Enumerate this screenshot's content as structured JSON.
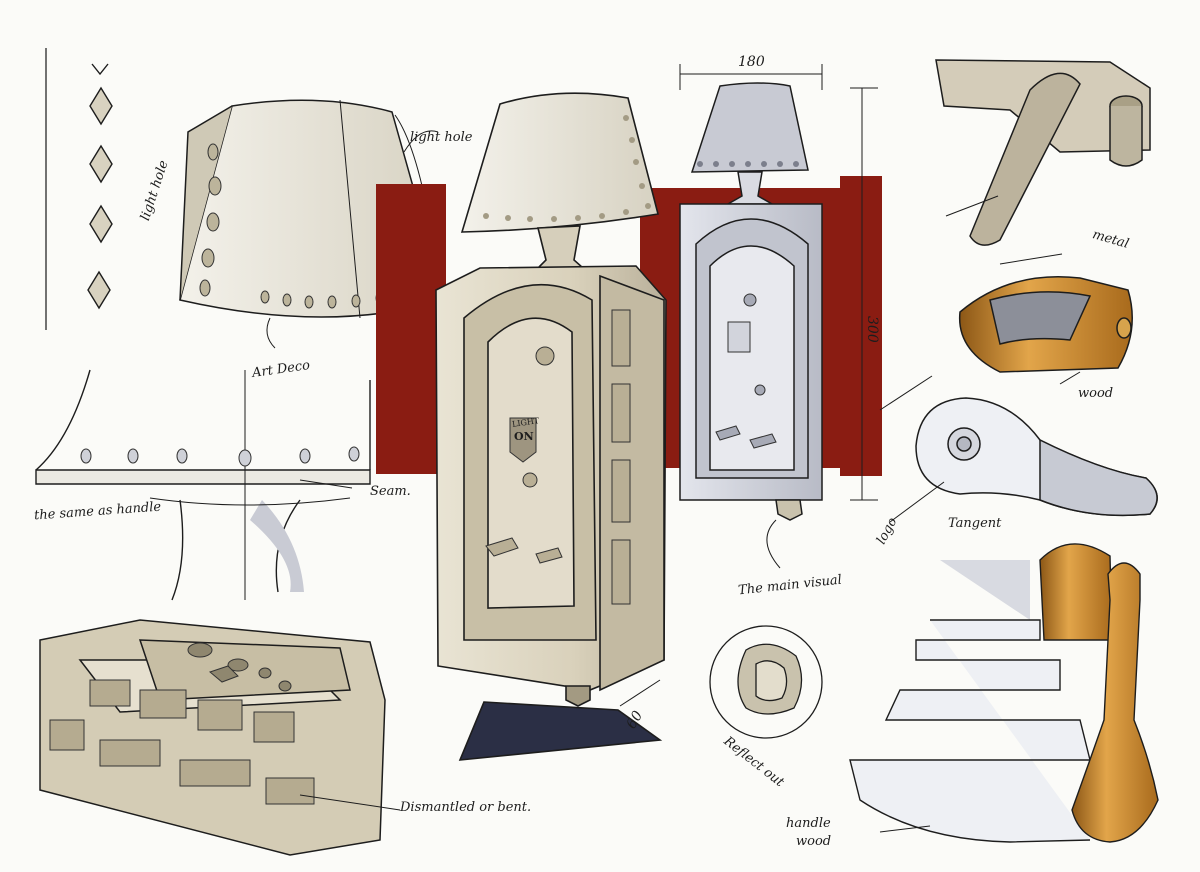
{
  "annotations": {
    "light_hole_top": "light hole",
    "light_hole_side": "light hole",
    "art_deco": "Art Deco",
    "same_as_handle": "the same as handle",
    "seam": "Seam.",
    "dismantled": "Dismantled or bent.",
    "main_visual": "The main visual",
    "reflect_out": "Reflect out",
    "logo": "logo",
    "tangent": "Tangent",
    "metal": "metal",
    "wood": "wood",
    "handle_wood_1": "handle",
    "handle_wood_2": "wood"
  },
  "switch_plate_text": {
    "line1": "LIGHT",
    "line2": "ON"
  },
  "dimensions": {
    "width": "180",
    "height": "300",
    "depth": "60"
  },
  "colors": {
    "paper": "#fbfbf8",
    "backdrop_red": "#8a1c12",
    "warm_grey": "#c9c2ad",
    "cool_grey": "#c8cad3",
    "wood": "#c8862a",
    "base_navy": "#2b2f45",
    "ink": "#1d1d1d"
  }
}
